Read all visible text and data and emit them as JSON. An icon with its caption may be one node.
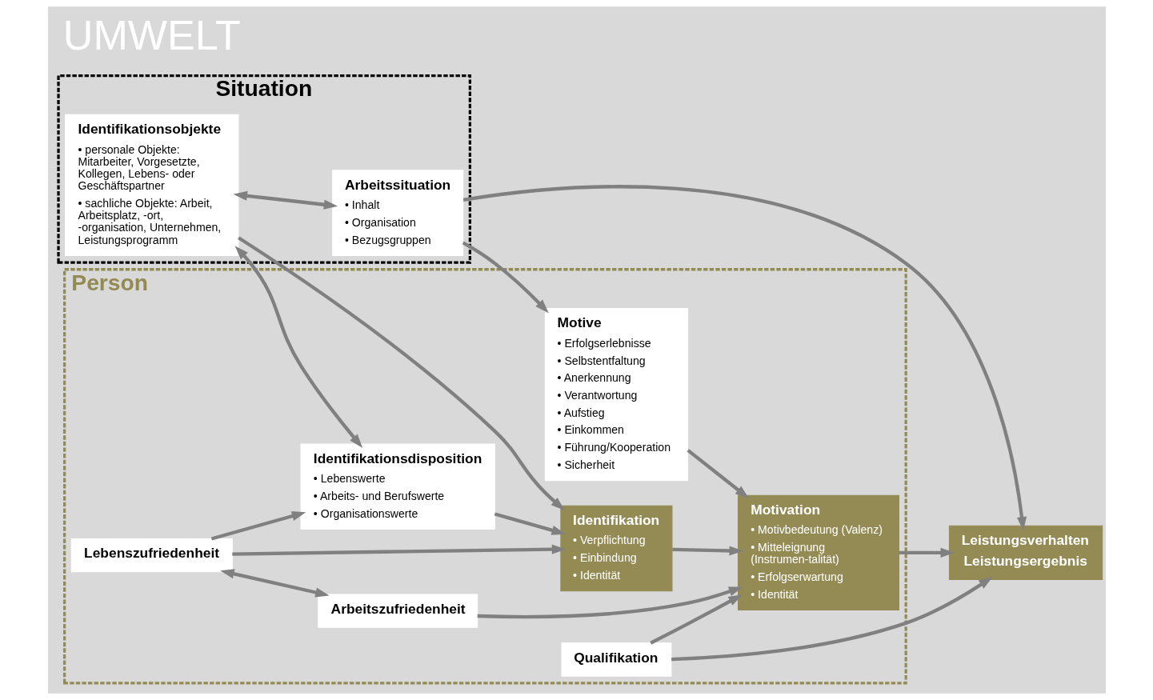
{
  "diagram": {
    "nodes": [
      {
        "text": [
          "Situation"
        ]
      },
      {
        "text": [
          "Identifikationsobjekte",
          "• personale Objekte: Mitarbeiter, Vorgesetzte, Kollegen, Lebens- oder Geschäftspartner",
          "• sachliche Objekte: Arbeit, Arbeitsplatz, -ort, -organisation, Unternehmen, Leistungsprogramm"
        ],
        "in": 0
      },
      {
        "text": [
          "Arbeitssituation",
          "• Inhalt",
          "• Organisation",
          "• Bezugsgruppen"
        ],
        "in": 0
      },
      {
        "text": [
          "Leistungsverhalten",
          "Leistungsergebnis"
        ]
      },
      {
        "text": [
          "Person"
        ]
      },
      {
        "text": [
          "Identifikationsdisposition",
          "• Lebenswerte",
          "• Arbeits- und Berufswerte",
          "• Organisationswerte"
        ],
        "in": 4
      },
      {
        "text": [
          "Identifikation",
          "• Verpflichtung",
          "• Einbindung",
          "• Identität"
        ],
        "in": 4
      },
      {
        "text": [
          "Motive",
          "• Erfolgserlebnisse",
          "• Selbstentfaltung",
          "• Anerkennung",
          "• Verantwortung",
          "• Aufstieg",
          "• Einkommen",
          "• Führung/Kooperation",
          "• Sicherheit"
        ],
        "in": 4
      },
      {
        "text": [
          "Lebenszufriedenheit"
        ],
        "in": 4
      },
      {
        "text": [
          "Arbeitszufriedenheit"
        ],
        "in": 4
      },
      {
        "text": [
          "Qualifikation"
        ],
        "in": 4
      },
      {
        "text": [
          "Motivation",
          "• Motivbedeutung (Valenz)",
          "• Mitteleignung (Instrumen-talität)",
          "• Erfolgserwartung",
          "• Identität"
        ],
        "in": 4
      }
    ],
    "edges": [
      {
        "from": 1,
        "to": 5,
        "arrow": "both"
      },
      {
        "from": 1,
        "to": 6,
        "arrow": "to"
      },
      {
        "from": 1,
        "to": 2,
        "arrow": "both"
      },
      {
        "from": 2,
        "to": 7,
        "arrow": "to"
      },
      {
        "from": 2,
        "to": 3,
        "arrow": "to"
      },
      {
        "from": 5,
        "to": 6,
        "arrow": "to"
      },
      {
        "from": 8,
        "to": 5,
        "arrow": "to"
      },
      {
        "from": 8,
        "to": 6,
        "arrow": "to"
      },
      {
        "from": 8,
        "to": 9,
        "arrow": "both"
      },
      {
        "from": 7,
        "to": 11,
        "arrow": "to"
      },
      {
        "from": 9,
        "to": 11,
        "arrow": "to"
      },
      {
        "from": 10,
        "to": 11,
        "arrow": "to"
      },
      {
        "from": 6,
        "to": 11,
        "arrow": "to"
      },
      {
        "from": 10,
        "to": 3,
        "arrow": "to"
      },
      {
        "from": 11,
        "to": 3,
        "arrow": "to"
      }
    ],
    "labels": [
      "UMWELT"
    ]
  }
}
